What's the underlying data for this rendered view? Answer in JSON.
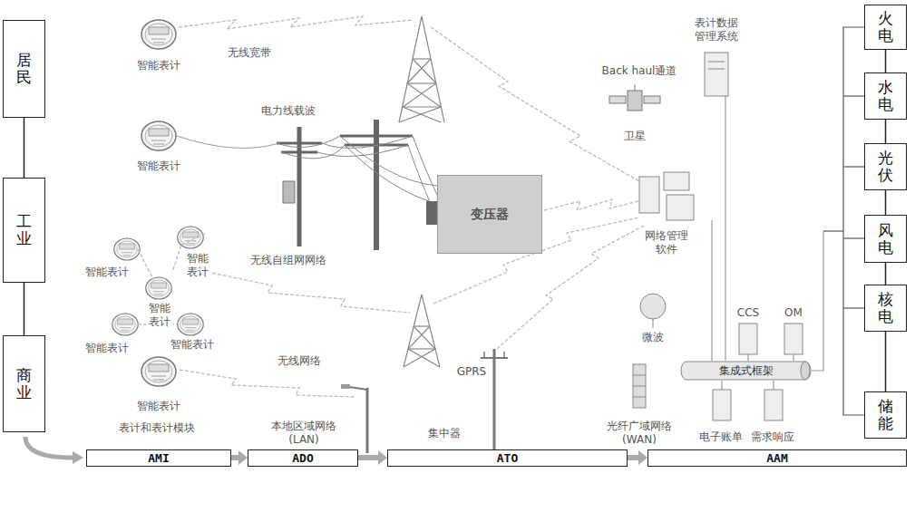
{
  "diagram": {
    "nodes": [
      {
        "text": [
          "居民"
        ]
      },
      {
        "text": [
          "工业"
        ]
      },
      {
        "text": [
          "商业"
        ]
      },
      {
        "text": [
          "变压器"
        ]
      },
      {
        "text": [
          "集成式框架"
        ]
      },
      {
        "text": [
          "火电"
        ]
      },
      {
        "text": [
          "水电"
        ]
      },
      {
        "text": [
          "光伏"
        ]
      },
      {
        "text": [
          "风电"
        ]
      },
      {
        "text": [
          "核电"
        ]
      },
      {
        "text": [
          "储能"
        ]
      },
      {
        "text": [
          "AMI"
        ]
      },
      {
        "text": [
          "ADO"
        ]
      },
      {
        "text": [
          "ATO"
        ]
      },
      {
        "text": [
          "AAM"
        ]
      }
    ],
    "edges": [
      {
        "from": 0,
        "to": 1,
        "arrow": "none"
      },
      {
        "from": 1,
        "to": 2,
        "arrow": "none"
      },
      {
        "from": 5,
        "to": 6,
        "arrow": "none"
      },
      {
        "from": 6,
        "to": 7,
        "arrow": "none"
      },
      {
        "from": 7,
        "to": 8,
        "arrow": "none"
      },
      {
        "from": 8,
        "to": 9,
        "arrow": "none"
      },
      {
        "from": 9,
        "to": 10,
        "arrow": "none"
      },
      {
        "from": 11,
        "to": 12,
        "arrow": "to"
      },
      {
        "from": 12,
        "to": 13,
        "arrow": "to"
      },
      {
        "from": 13,
        "to": 14,
        "arrow": "to"
      }
    ],
    "labels": [
      "智能表计",
      "无线宽带",
      "表计数据 管理系统",
      "Back haul通道",
      "电力线载波",
      "卫星",
      "智能表计",
      "网络管理 软件",
      "无线自组网网络",
      "智能表计",
      "智能 表计",
      "智能 表计",
      "智能表计",
      "智能表计",
      "CCS",
      "OM",
      "微波",
      "无线网络",
      "GPRS",
      "智能表计",
      "表计和表计模块",
      "本地区域网络 (LAN)",
      "集中器",
      "光纤广域网络 (WAN)",
      "电子账单",
      "需求响应"
    ]
  }
}
